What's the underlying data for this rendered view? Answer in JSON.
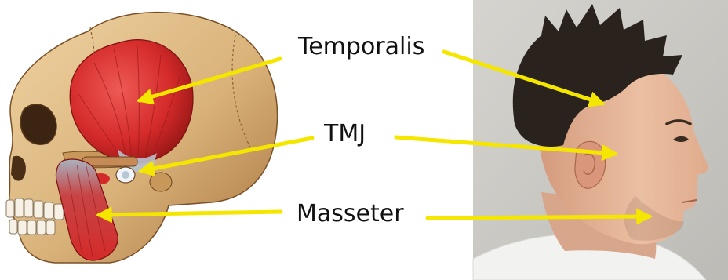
{
  "labels": {
    "temporalis": "Temporalis",
    "tmj": "TMJ",
    "masseter": "Masseter"
  },
  "colors": {
    "arrow": "#f5e600",
    "bone": "#d9b27a",
    "bone_dark": "#a8753e",
    "muscle": "#d42a2a",
    "muscle_dark": "#8f1414",
    "photo_background": "#c9c7c2",
    "skin": "#e8b99c",
    "hair": "#2a221d",
    "shirt": "#f2f2f0"
  }
}
